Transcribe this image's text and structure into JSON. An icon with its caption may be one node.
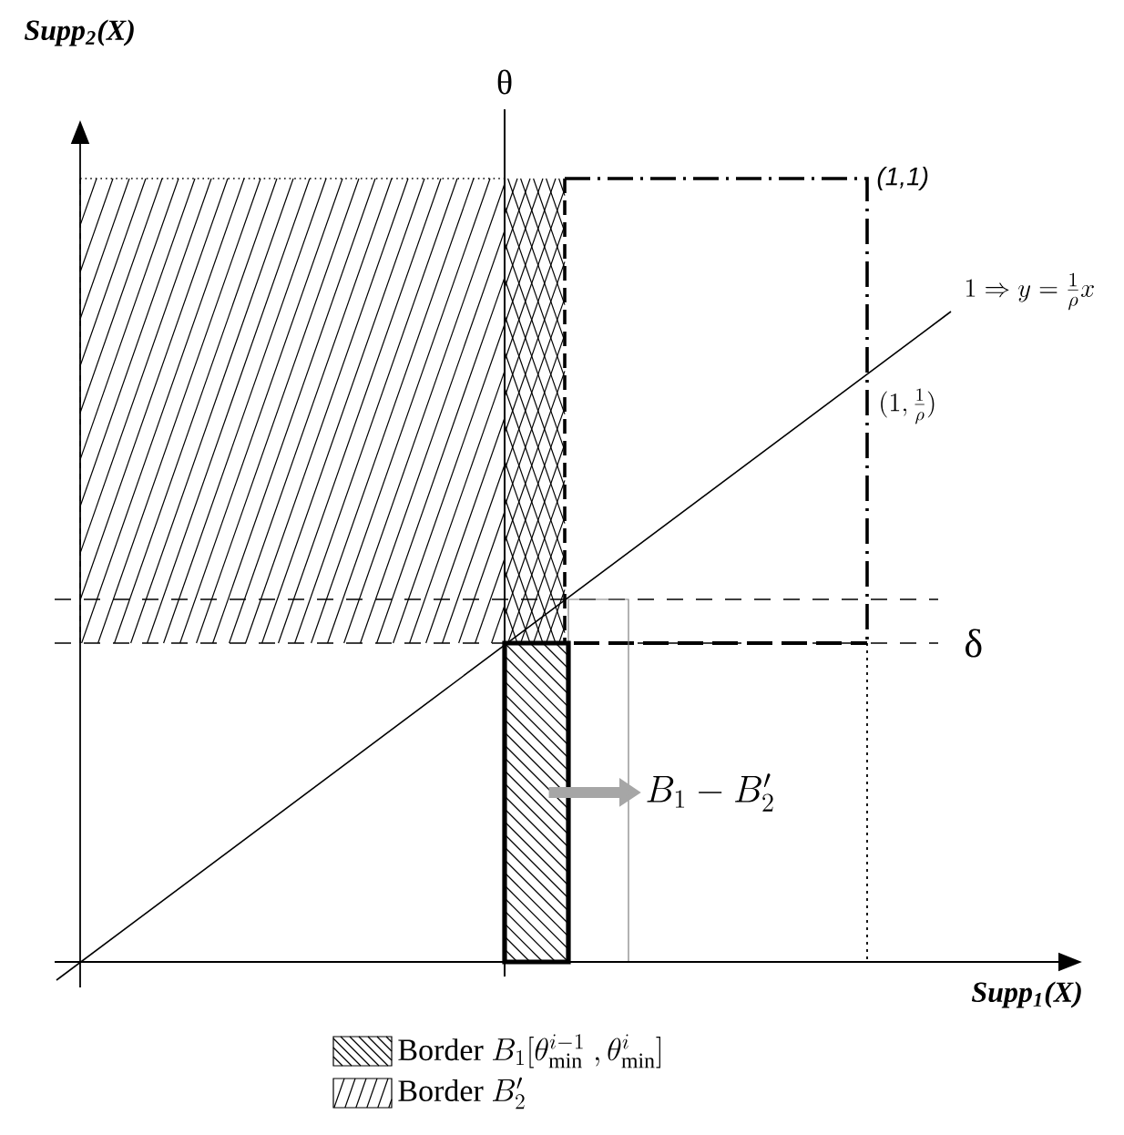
{
  "diagram": {
    "nodes": [
      {
        "text": [],
        "shape": "box"
      },
      {
        "text": [
          "B_1 - B'_2"
        ]
      }
    ],
    "edges": [
      {
        "from": 0,
        "to": 1,
        "arrow": "to"
      }
    ],
    "labels": [
      "Supp$_{2}$(X)",
      "θ",
      "(1,1)",
      "1\\Rightarrow y=\\frac{1}{\\rho}x",
      "(1,\\frac{1}{\\rho})",
      "δ",
      "Supp$_{1}$(X)"
    ],
    "legend": [
      {
        "text": "\\mathrm{Border}\\ B_1[\\theta^{i-1}_{\\min}\\ ,\\theta^{i}_{\\min}]"
      },
      {
        "text": "\\mathrm{Border}\\ B'_2"
      }
    ]
  }
}
